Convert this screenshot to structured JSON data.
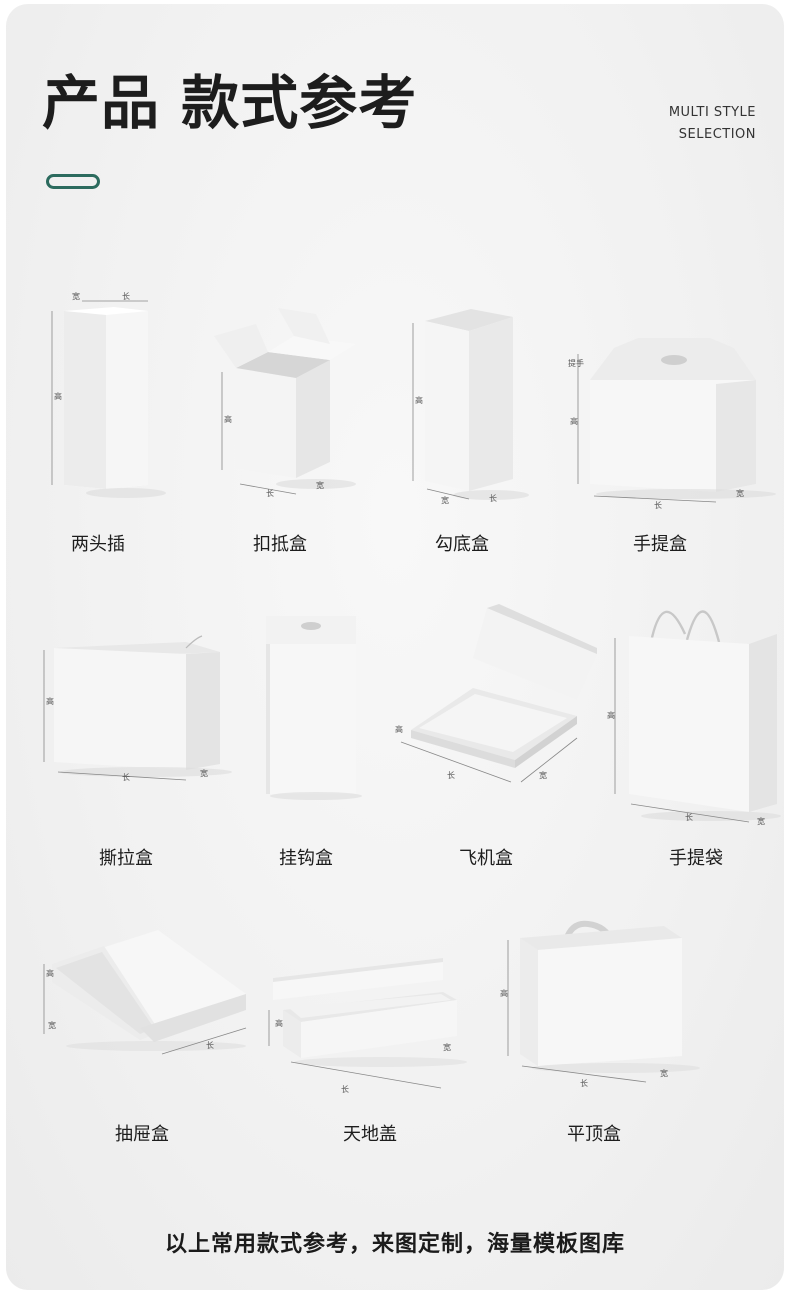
{
  "header": {
    "title": "产品 款式参考",
    "subtitle_line1": "MULTI STYLE",
    "subtitle_line2": "SELECTION",
    "accent_color": "#2c6b5e"
  },
  "dimension_marks": {
    "width": "宽",
    "length": "长",
    "height": "高",
    "handle": "提手"
  },
  "products": [
    {
      "name": "两头插"
    },
    {
      "name": "扣抵盒"
    },
    {
      "name": "勾底盒"
    },
    {
      "name": "手提盒"
    },
    {
      "name": "撕拉盒"
    },
    {
      "name": "挂钩盒"
    },
    {
      "name": "飞机盒"
    },
    {
      "name": "手提袋"
    },
    {
      "name": "抽屉盒"
    },
    {
      "name": "天地盖"
    },
    {
      "name": "平顶盒"
    }
  ],
  "footer": {
    "text": "以上常用款式参考，来图定制，海量模板图库"
  }
}
